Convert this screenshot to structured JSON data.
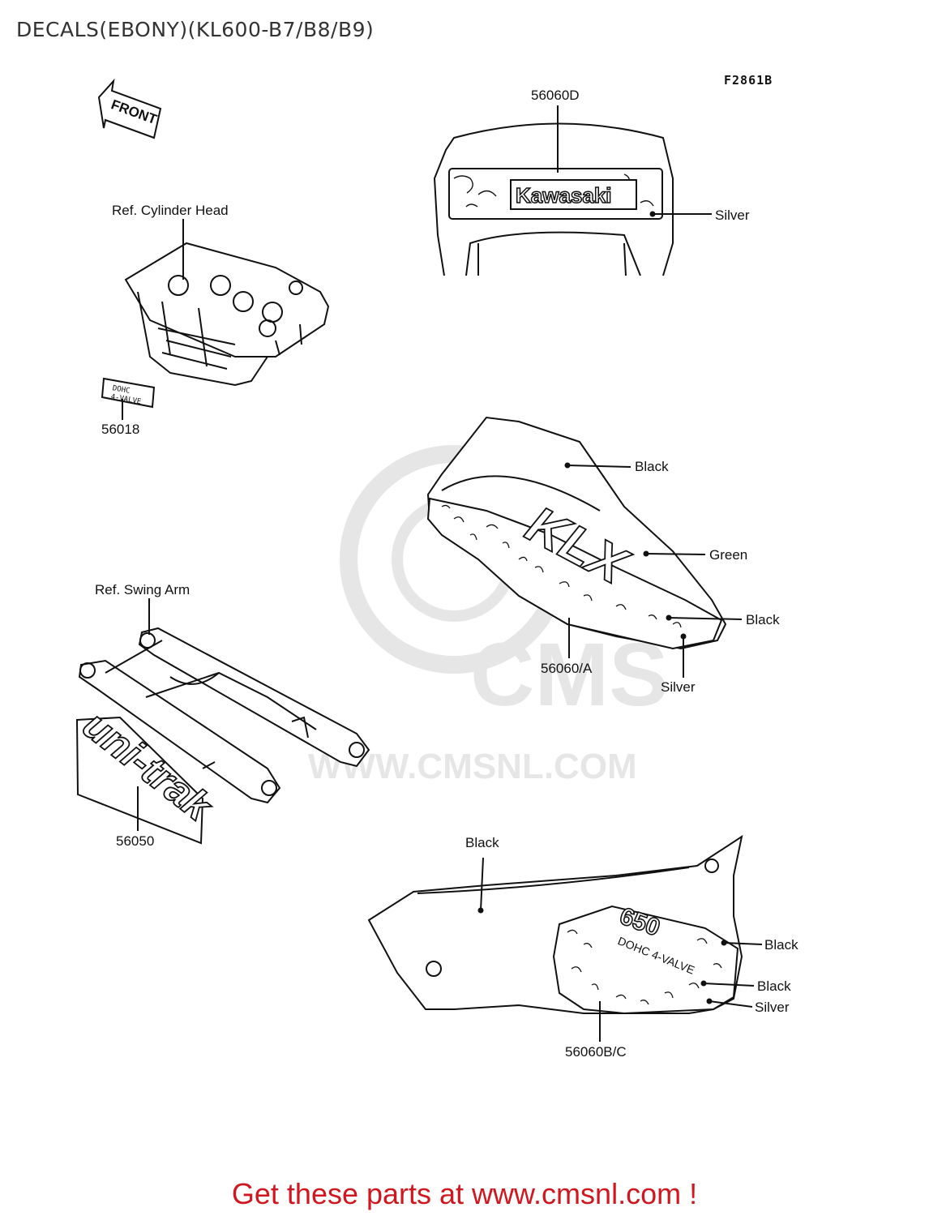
{
  "page": {
    "title": "DECALS(EBONY)(KL600-B7/B8/B9)",
    "figure_code": "F2861B",
    "footer": "Get these parts at www.cmsnl.com !"
  },
  "arrow": {
    "label": "FRONT"
  },
  "watermark": {
    "brand": "CMS",
    "url": "WWW.CMSNL.COM"
  },
  "parts": {
    "p56060d": {
      "number": "56060D",
      "color_label": "Silver",
      "decal_text": "Kawasaki"
    },
    "p56018": {
      "number": "56018",
      "ref": "Ref. Cylinder Head",
      "decal_text_line1": "DOHC",
      "decal_text_line2": "4-VALVE"
    },
    "p56060a": {
      "number": "56060/A",
      "labels": [
        "Black",
        "Green",
        "Black",
        "Silver"
      ],
      "decal_text": "KLX"
    },
    "p56050": {
      "number": "56050",
      "ref": "Ref. Swing Arm",
      "decal_text": "uni-trak"
    },
    "p56060bc": {
      "number": "56060B/C",
      "labels": [
        "Black",
        "Black",
        "Black",
        "Silver"
      ],
      "decal_text_1": "650",
      "decal_text_2": "DOHC 4-VALVE"
    }
  }
}
